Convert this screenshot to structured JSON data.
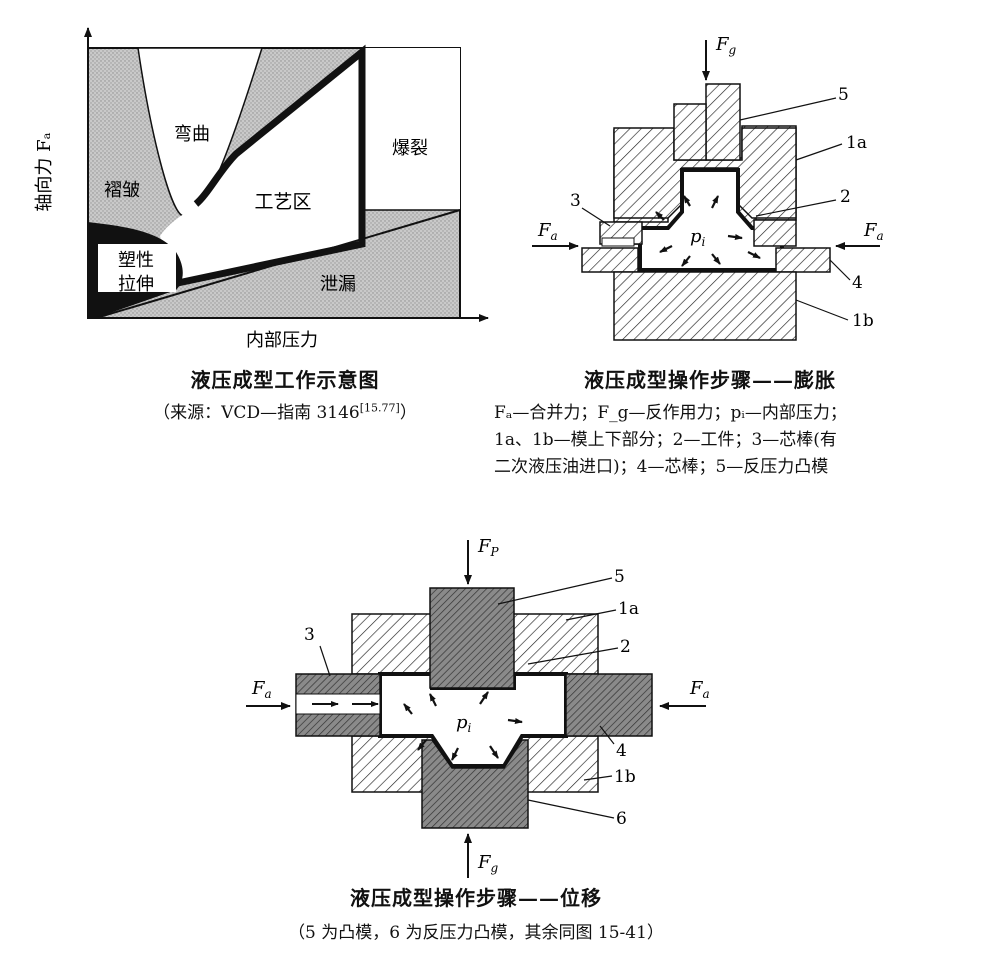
{
  "fig1": {
    "y_axis_label": "轴向力 Fₐ",
    "x_axis_label": "内部压力",
    "regions": {
      "bending": "弯曲",
      "wrinkling": "褶皱",
      "process_zone": "工艺区",
      "bursting": "爆裂",
      "plastic_stretch_1": "塑性",
      "plastic_stretch_2": "拉伸",
      "leakage": "泄漏"
    },
    "caption": "液压成型工作示意图",
    "source": "（来源：VCD—指南 3146",
    "source_ref": "[15.77]",
    "source_end": "）"
  },
  "fig2": {
    "force_top": "F",
    "force_top_sub": "g",
    "force_left": "F",
    "force_left_sub": "a",
    "force_right": "F",
    "force_right_sub": "a",
    "pressure": "p",
    "pressure_sub": "i",
    "labels": {
      "l5": "5",
      "l1a": "1a",
      "l2": "2",
      "l3": "3",
      "l4": "4",
      "l1b": "1b"
    },
    "caption": "液压成型操作步骤——膨胀",
    "legend_lines": [
      "Fₐ—合并力；F_g—反作用力；pᵢ—内部压力；",
      "1a、1b—模上下部分；2—工件；3—芯棒(有",
      "二次液压油进口)；4—芯棒；5—反压力凸模"
    ]
  },
  "fig3": {
    "force_top": "F",
    "force_top_sub": "P",
    "force_bottom": "F",
    "force_bottom_sub": "g",
    "force_left": "F",
    "force_left_sub": "a",
    "force_right": "F",
    "force_right_sub": "a",
    "pressure": "p",
    "pressure_sub": "i",
    "labels": {
      "l5": "5",
      "l1a": "1a",
      "l2": "2",
      "l3": "3",
      "l4": "4",
      "l1b": "1b",
      "l6": "6"
    },
    "caption": "液压成型操作步骤——位移",
    "note": "（5 为凸模，6 为反压力凸模，其余同图 15-41）"
  }
}
